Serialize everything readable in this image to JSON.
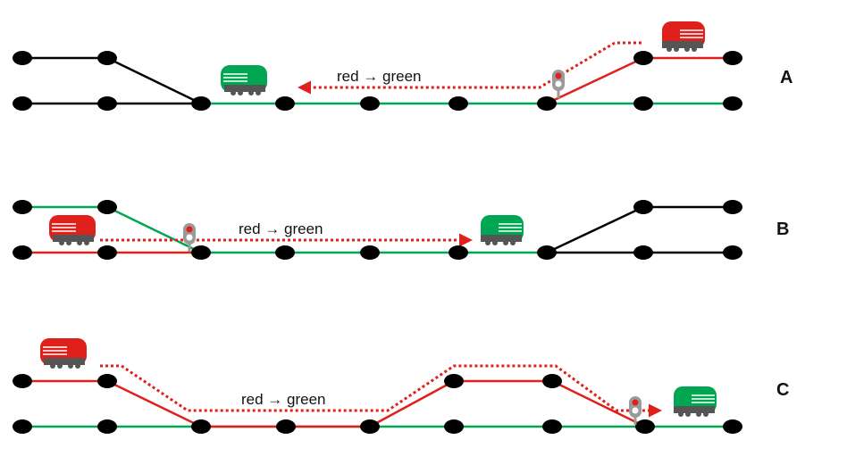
{
  "colors": {
    "black": "#000000",
    "green": "#00a651",
    "red": "#e0201b",
    "train_red": "#e0201b",
    "train_green": "#00a651",
    "train_base": "#555555",
    "signal": "#9a9a9a"
  },
  "panels": [
    {
      "letter": "A",
      "annotation": "red → green"
    },
    {
      "letter": "B",
      "annotation": "red → green"
    },
    {
      "letter": "C",
      "annotation": "red → green"
    }
  ],
  "icons": [
    "train-red-icon",
    "train-green-icon",
    "signal-icon",
    "track-node-icon"
  ]
}
